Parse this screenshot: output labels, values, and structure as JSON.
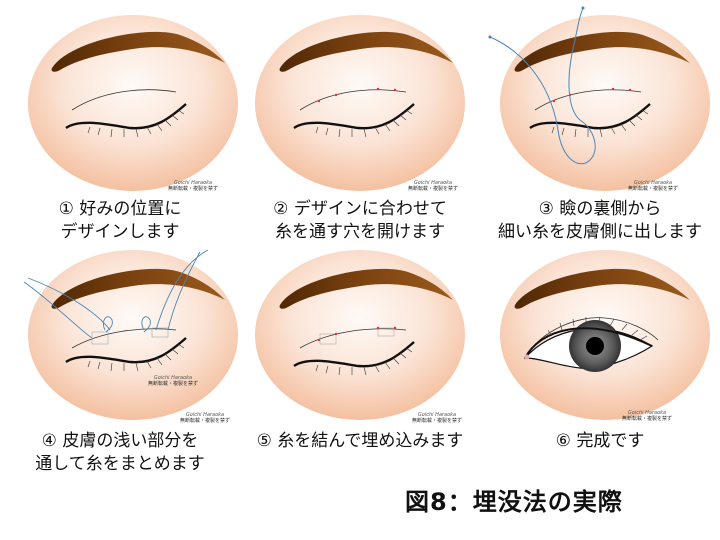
{
  "figure": {
    "title": "図8：埋没法の実際",
    "watermark": {
      "name": "Goichi Haraoka",
      "notice": "無断転載・複製を禁ず"
    },
    "colors": {
      "skin_center": "#fdf1ea",
      "skin_edge": "#f6c7a8",
      "brow": "#8b4a0e",
      "brow_dark": "#5c2e05",
      "thread": "#4a86b8",
      "mark": "#e0303a",
      "iris": "#555555"
    },
    "steps": [
      {
        "number": "①",
        "line1": "① 好みの位置に",
        "line2": "デザインします"
      },
      {
        "number": "②",
        "line1": "② デザインに合わせて",
        "line2": "糸を通す穴を開けます"
      },
      {
        "number": "③",
        "line1": "③ 瞼の裏側から",
        "line2": "細い糸を皮膚側に出します"
      },
      {
        "number": "④",
        "line1": "④ 皮膚の浅い部分を",
        "line2": "通して糸をまとめます"
      },
      {
        "number": "⑤",
        "line1": "⑤ 糸を結んで埋め込みます",
        "line2": ""
      },
      {
        "number": "⑥",
        "line1": "⑥ 完成です",
        "line2": ""
      }
    ]
  }
}
